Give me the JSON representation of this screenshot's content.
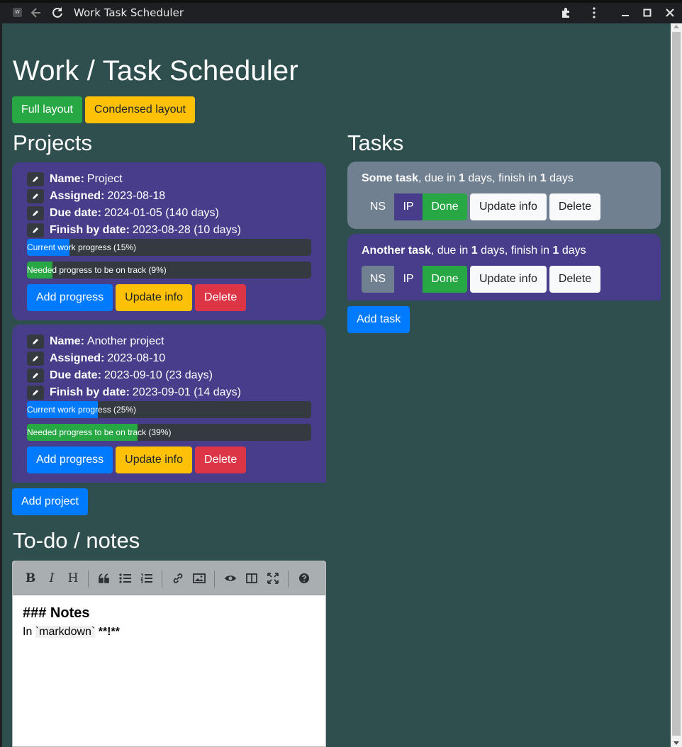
{
  "browser": {
    "title": "Work Task Scheduler",
    "favicon_letter": "W"
  },
  "page": {
    "title": "Work / Task Scheduler",
    "layout_buttons": {
      "full": "Full layout",
      "condensed": "Condensed layout"
    }
  },
  "projects": {
    "heading": "Projects",
    "field_labels": {
      "name": "Name:",
      "assigned": "Assigned:",
      "due": "Due date:",
      "finish": "Finish by date:"
    },
    "items": [
      {
        "name": "Project",
        "assigned": "2023-08-18",
        "due": "2024-01-05 (140 days)",
        "finish": "2023-08-28 (10 days)",
        "current_label": "Current work progress (15%)",
        "current_pct": 15,
        "needed_label": "Needed progress to be on track (9%)",
        "needed_pct": 9
      },
      {
        "name": "Another project",
        "assigned": "2023-08-10",
        "due": "2023-09-10 (23 days)",
        "finish": "2023-09-01 (14 days)",
        "current_label": "Current work progress (25%)",
        "current_pct": 25,
        "needed_label": "Needed progress to be on track (39%)",
        "needed_pct": 39
      }
    ],
    "buttons": {
      "add_progress": "Add progress",
      "update": "Update info",
      "delete": "Delete"
    },
    "add_project": "Add project"
  },
  "tasks": {
    "heading": "Tasks",
    "items": [
      {
        "name": "Some task",
        "text_due_prefix": ", due in ",
        "due_days": "1",
        "text_finish_prefix": " days, finish in ",
        "finish_days": "1",
        "text_suffix": " days",
        "status": "NS"
      },
      {
        "name": "Another task",
        "text_due_prefix": ", due in ",
        "due_days": "1",
        "text_finish_prefix": " days, finish in ",
        "finish_days": "1",
        "text_suffix": " days",
        "status": "IP"
      }
    ],
    "status_buttons": {
      "ns": "NS",
      "ip": "IP",
      "done": "Done"
    },
    "buttons": {
      "update": "Update info",
      "delete": "Delete"
    },
    "add_task": "Add task"
  },
  "notes": {
    "heading": "To-do / notes",
    "toolbar": {
      "bold": "B",
      "italic": "I",
      "heading": "H"
    },
    "content_heading": "### Notes",
    "content_prefix": "In ",
    "content_code": "`markdown`",
    "content_suffix": " **!**"
  },
  "colors": {
    "background": "#2f4f4f",
    "card": "#483d8b",
    "task_done_card": "#708090",
    "success": "#28a745",
    "warning": "#ffc107",
    "primary": "#007bff",
    "danger": "#dc3545"
  }
}
